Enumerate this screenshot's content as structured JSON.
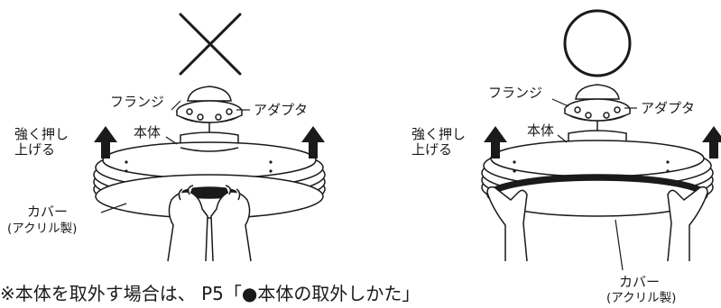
{
  "incorrect": {
    "mark": "×",
    "labels": {
      "flange": "フランジ",
      "adapter": "アダプタ",
      "push_up_1": "強く押し",
      "push_up_2": "上げる",
      "body": "本体",
      "cover_1": "カバー",
      "cover_2": "(アクリル製)"
    }
  },
  "correct": {
    "mark": "○",
    "labels": {
      "flange": "フランジ",
      "adapter": "アダプタ",
      "push_up_1": "強く押し",
      "push_up_2": "上げる",
      "body": "本体",
      "cover_1": "カバー",
      "cover_2": "(アクリル製)"
    }
  },
  "footnote": "※本体を取外す場合は、 P5「●本体の取外しかた」"
}
